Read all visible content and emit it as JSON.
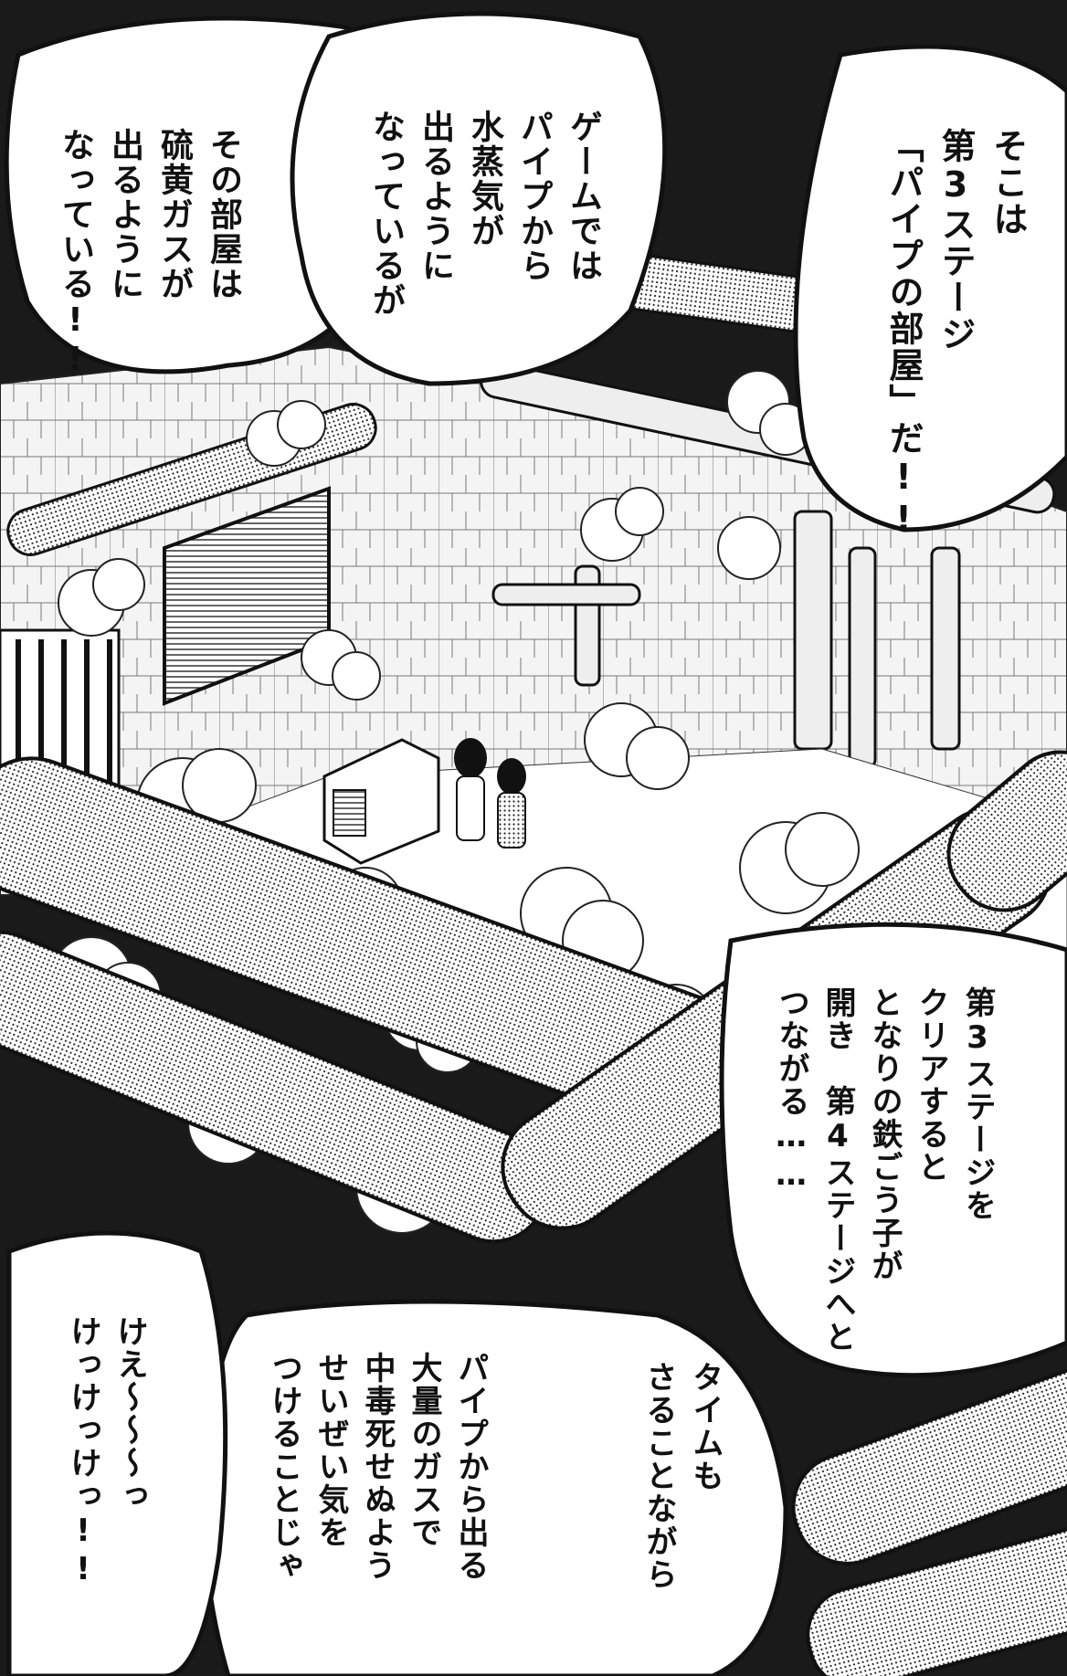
{
  "speech": {
    "b1": {
      "lines": [
        "そこは",
        "第3ステージ",
        "「パイプの部屋」だ!!"
      ]
    },
    "b2": {
      "lines": [
        "ゲームでは",
        "パイプから",
        "水蒸気が",
        "出るように",
        "なっているが"
      ]
    },
    "b3": {
      "lines": [
        "その部屋は",
        "硫黄ガスが",
        "出るように",
        "なっている!!"
      ]
    },
    "b4": {
      "lines": [
        "第3ステージを",
        "クリアすると",
        "となりの鉄ごう子が",
        "開き　第4ステージへと",
        "つながる……"
      ]
    },
    "b5": {
      "lines": [
        "タイムも",
        "さることながら"
      ]
    },
    "b6": {
      "lines": [
        "パイプから出る",
        "大量のガスで",
        "中毒死せぬよう",
        "せいぜい気を",
        "つけることじゃ"
      ]
    },
    "b7": {
      "lines": [
        "けえ〜〜〜っ",
        "けっけっけっ!!"
      ]
    }
  },
  "colors": {
    "ink": "#111111",
    "paper": "#ffffff",
    "screentone": "#8a8a8a",
    "dark": "#1a1a1a"
  }
}
